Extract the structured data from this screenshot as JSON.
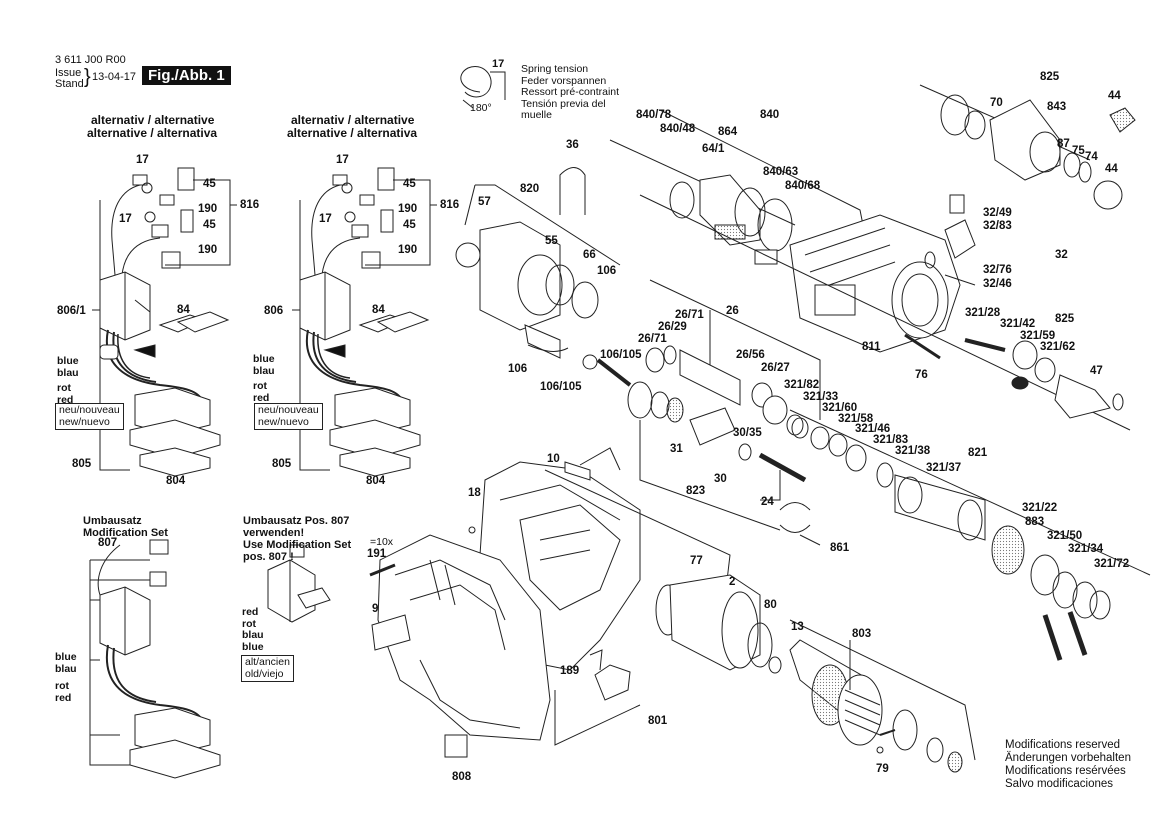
{
  "header": {
    "doc_number": "3 611 J00 R00",
    "issue_label": "Issue",
    "stand_label": "Stand",
    "date": "13-04-17",
    "figure": "Fig./Abb. 1"
  },
  "notes": {
    "alt_line1": "alternativ / alternative",
    "alt_line2": "alternative / alternativa",
    "umbausatz_line1": "Umbausatz",
    "umbausatz_line2": "Modification Set",
    "umbausatz_pos_line1": "Umbausatz Pos. 807",
    "umbausatz_pos_line2": "verwenden!",
    "umbausatz_pos_line3": "Use Modification Set",
    "umbausatz_pos_line4": "pos. 807 !"
  },
  "spring": {
    "angle_top": "17",
    "angle_bottom": "180°",
    "lines": [
      "Spring tension",
      "Feder vorspannen",
      "Ressort pré-contraint",
      "Tensión previa del",
      "muelle"
    ]
  },
  "wire_labels": {
    "blue": "blue",
    "blau": "blau",
    "rot": "rot",
    "red": "red",
    "neu_line1": "neu/nouveau",
    "neu_line2": "new/nuevo",
    "alt_line1": "alt/ancien",
    "alt_line2": "old/viejo"
  },
  "modifications": [
    "Modifications reserved",
    "Änderungen vorbehalten",
    "Modifications resérvées",
    "Salvo modificaciones"
  ],
  "qty_note": "=10x",
  "labels": {
    "l17a": "17",
    "l45a": "45",
    "l190a": "190",
    "l17b": "17",
    "l45b": "45",
    "l190b": "190",
    "l816a": "816",
    "l8061": "806/1",
    "l84a": "84",
    "l805a": "805",
    "l804a": "804",
    "l17c": "17",
    "l45c": "45",
    "l190c": "190",
    "l17d": "17",
    "l45d": "45",
    "l190d": "190",
    "l816b": "816",
    "l806": "806",
    "l84b": "84",
    "l805b": "805",
    "l804b": "804",
    "l807a": "807",
    "l36": "36",
    "l820": "820",
    "l57": "57",
    "l55": "55",
    "l66": "66",
    "l106a": "106",
    "l106105a": "106/105",
    "l106b": "106",
    "l106105b": "106/105",
    "l840": "840",
    "l84078": "840/78",
    "l84048": "840/48",
    "l864": "864",
    "l641": "64/1",
    "l84063": "840/63",
    "l84068": "840/68",
    "l825a": "825",
    "l70": "70",
    "l843": "843",
    "l44a": "44",
    "l87": "87",
    "l75": "75",
    "l74": "74",
    "l44b": "44",
    "l3249": "32/49",
    "l3283": "32/83",
    "l32": "32",
    "l3276": "32/76",
    "l3246": "32/46",
    "l811": "811",
    "l76": "76",
    "l26": "26",
    "l2671a": "26/71",
    "l2629": "26/29",
    "l2671b": "26/71",
    "l2656": "26/56",
    "l2627": "26/27",
    "l3030": "30/35",
    "l31": "31",
    "l30": "30",
    "l823": "823",
    "l24": "24",
    "l32128": "321/28",
    "l32142": "321/42",
    "l32159": "321/59",
    "l32162": "321/62",
    "l825b": "825",
    "l47": "47",
    "l32182": "321/82",
    "l32133": "321/33",
    "l32160": "321/60",
    "l32158": "321/58",
    "l32146": "321/46",
    "l32183": "321/83",
    "l32138": "321/38",
    "l821": "821",
    "l32137": "321/37",
    "l32122": "321/22",
    "l883": "883",
    "l32150": "321/50",
    "l32134": "321/34",
    "l32172": "321/72",
    "l861": "861",
    "l10": "10",
    "l18": "18",
    "l191": "191",
    "l9": "9",
    "l77": "77",
    "l2": "2",
    "l80": "80",
    "l13": "13",
    "l803": "803",
    "l189": "189",
    "l801": "801",
    "l79": "79",
    "l808": "808"
  }
}
